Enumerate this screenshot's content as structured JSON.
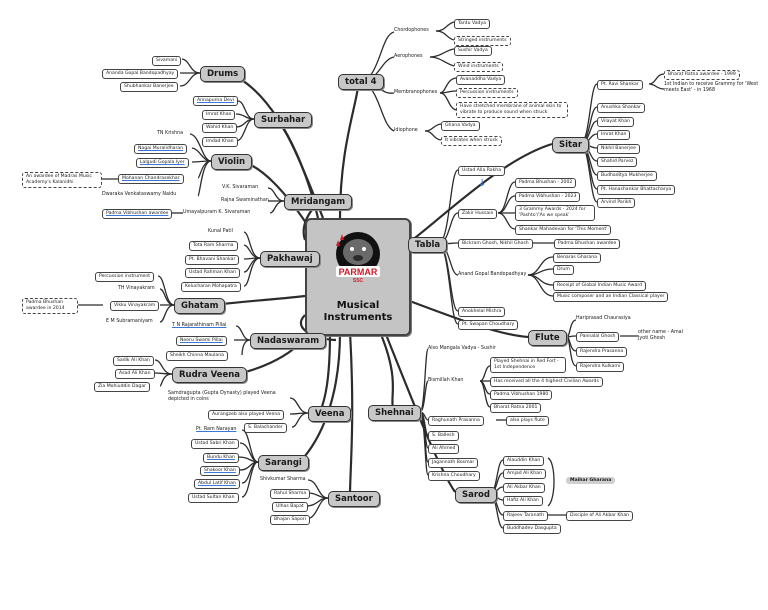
{
  "center": {
    "title": "Musical\nInstruments",
    "logo_text": "PARMAR",
    "logo_sub": "SSC"
  },
  "colors": {
    "node_fill": "#c8c8c8",
    "logo_red": "#d01c2b",
    "highlight": "#3a78d8"
  },
  "total4": {
    "label": "total 4",
    "cats": [
      {
        "name": "Chordophones",
        "items": [
          "Tantu Vadya",
          "Stringed instruments"
        ]
      },
      {
        "name": "Aerophones",
        "items": [
          "Sushir Vadya",
          "Wind instruments"
        ]
      },
      {
        "name": "Membranophones",
        "items": [
          "Avanaddha Vadya",
          "Percussion instruments",
          "Have stretched membrane of animal skin to vibrate to produce sound when struck"
        ]
      },
      {
        "name": "Idiophone",
        "items": [
          "Ghana Vadya",
          "It vibrates when struck"
        ]
      }
    ]
  },
  "drums": {
    "label": "Drums",
    "items": [
      "Sivamani",
      "Ananda Gopal Bandopadhyay",
      "Shubhankar Banerjee"
    ]
  },
  "surbahar": {
    "label": "Surbahar",
    "items": [
      "Annapurna Devi",
      "Imrat Khan",
      "Wahid Khan",
      "Imdad Khan"
    ]
  },
  "violin": {
    "label": "Violin",
    "items": [
      "TN Krishna",
      "Nagai Muralidharan",
      "Lalgudi Gopala Iyer",
      "Mohanan Chandrasekhar",
      "Dwaraka Venkataswamy Naidu"
    ],
    "note": "An awardee of Madras Music Academy's Kalanidhi"
  },
  "mridangam": {
    "label": "Mridangam",
    "items": [
      "V.K. Sivaraman",
      "Rajna Swaminathan",
      "Umayalpuram K. Sivaraman"
    ],
    "sub": "Padma Vibhushan awardee"
  },
  "pakhawaj": {
    "label": "Pakhawaj",
    "items": [
      "Kunal Patil",
      "Tota Ram Sharma",
      "Pt. Bhavani Shankar",
      "Ustad Rahman Khan",
      "Kelucharan Mohapatra"
    ]
  },
  "ghatam": {
    "label": "Ghatam",
    "items": [
      "Percussion instrument",
      "TH Vinayakram",
      "Vikku Vinayakram",
      "E M Subramaniyam"
    ],
    "note": "Padma Bhushan awardee in 2014"
  },
  "nadaswaram": {
    "label": "Nadaswaram",
    "items": [
      "T N Rajarathinam Pillai",
      "Neeru Swami Pillai",
      "Sheikh Chinna Maulana"
    ]
  },
  "rudraveena": {
    "label": "Rudra Veena",
    "items": [
      "Sadik Ali Khan",
      "Asad Ali Khan",
      "Zia Mohiuddin Dagar"
    ]
  },
  "veena": {
    "label": "Veena",
    "items": [
      "Samdragupta (Gupta Dynasty) played Veena depicted in coins",
      "Aurangzeb also played Veena",
      "S. Balachander"
    ]
  },
  "sarangi": {
    "label": "Sarangi",
    "items": [
      "Pt. Ram Narayan",
      "Ustad Sabri Khan",
      "Bundu Khan",
      "Shakoor Khan",
      "Abdul Latif Khan",
      "Ustad Sultan Khan"
    ]
  },
  "santoor": {
    "label": "Santoor",
    "items": [
      "Shivkumar Sharma",
      "Rahul Sharma",
      "Ulhas Bapat",
      "Bhajan Sapori"
    ]
  },
  "sitar": {
    "label": "Sitar",
    "items": [
      "Pt. Ravi Shankar",
      "Anushka Shankar",
      "Vilayat Khan",
      "Imrat Khan",
      "Nikhil Banerjee",
      "Shahid Parvez",
      "Budhaditya Mukherjee",
      "Pt. Hanashankar Bhattacharya",
      "Arvind Parikh"
    ],
    "notes": [
      "Bharat Ratna awardee - 1999",
      "1st Indian to receive Grammy for 'West meets East' - in 1968"
    ]
  },
  "tabla": {
    "label": "Tabla",
    "items": [
      "Ustad Alla Rakha",
      "Zakir Hussain",
      "Bickram Ghosh, Nikhil Ghosh",
      "Anand Gopal Bandopadhyay",
      "Anokhelal Mishra",
      "Pt. Swapan Choudhary"
    ],
    "zakir": [
      "Padma Bhushan - 2002",
      "Padma Vibhushan - 2023",
      "3 Grammy Awards - 2024 for 'Pashto'/'As we speak'",
      "Shankar Mahadevan for 'This Moment'"
    ],
    "bickram": "Padma Bhushan awardee",
    "anand": [
      "Benaras Gharana",
      "Drum",
      "Receipt of Global Indian Music Award",
      "Music composer and an Indian Classical player"
    ]
  },
  "flute": {
    "label": "Flute",
    "items": [
      "Hariprasad Chaurasiya",
      "Pannalal Ghosh",
      "Rajendra Prasanna",
      "Rajendra Kulkarni"
    ],
    "other": "other name - Amal Jyoti Ghosh"
  },
  "shehnai": {
    "label": "Shehnai",
    "items": [
      "Also Mangala Vadya - Sushir",
      "Bismillah Khan",
      "Raghunath Prasanna",
      "S. Ballesh",
      "Ali Ahmed",
      "Jagannath Bosmar",
      "Krishna Choudhary"
    ],
    "bismillah": [
      "Played Shehnai in Red Fort - 1st Independence",
      "Has received all the 4 highest Civilian Awards",
      "Padma Vibhushan 1980",
      "Bharat Ratna 2001"
    ],
    "raghu": "also plays flute"
  },
  "sarod": {
    "label": "Sarod",
    "items": [
      "Alauddin Khan",
      "Amjad Ali Khan",
      "Ali Akbar Khan",
      "Hafiz Ali Khan",
      "Rajeev Taranath",
      "Buddhadev Dasgupta"
    ],
    "gharana": "Maihar Gharana",
    "disciple": "Disciple of Ali Akbar Khan"
  }
}
